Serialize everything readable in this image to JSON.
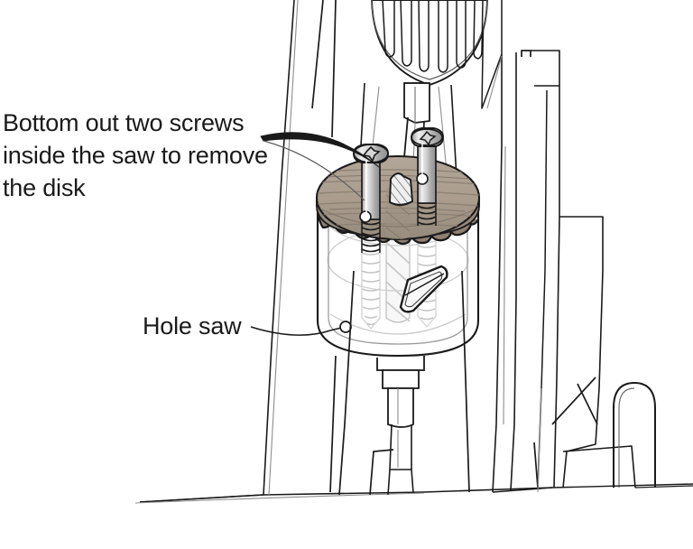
{
  "illustration": {
    "title": "Drill press with hole saw — screw removal instruction",
    "background_color": "#ffffff",
    "line_color": "#1a1a1a",
    "subject": "hole-saw-on-drill-press"
  },
  "annotations": {
    "main_instruction": {
      "line1": "Bottom out two screws",
      "line2": "inside the saw to remove",
      "line3": "the disk",
      "leader": "curved-swoosh-pointer"
    },
    "part_label": {
      "text": "Hole saw",
      "leader": "line-with-dot-terminator"
    }
  },
  "parts": {
    "wood_disk": {
      "name": "wood disk",
      "color": "#a99c8d",
      "shade": "#8e8173",
      "grain": "horizontal"
    },
    "hole_saw_body": {
      "name": "hole saw cylinder",
      "color": "#ffffff",
      "teeth": "scalloped"
    },
    "screws": {
      "count": 2,
      "head": "phillips-countersunk",
      "color": "#c9c9c9"
    },
    "pilot_bit": {
      "name": "pilot drill bit",
      "hatch": "diagonal"
    },
    "chuck": {
      "name": "drill chuck",
      "flutes": 7
    },
    "slot": {
      "name": "plug ejection slot"
    },
    "handle": {
      "name": "table lock handle"
    }
  },
  "colors": {
    "ink": "#1a1a1a",
    "ink_light": "#8d8d8d",
    "ink_faint": "#b9b9b9",
    "metal_light": "#e8e8e8",
    "metal_mid": "#c4c4c4",
    "metal_dark": "#9a9a9a",
    "wood": "#a99c8d",
    "wood_dark": "#8e8173",
    "white": "#ffffff"
  }
}
